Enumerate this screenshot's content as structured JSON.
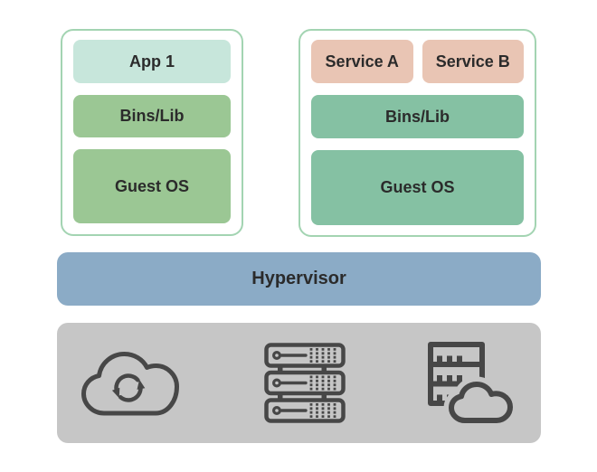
{
  "vm_left": {
    "app": "App 1",
    "bins": "Bins/Lib",
    "os": "Guest OS"
  },
  "vm_right": {
    "service_a": "Service A",
    "service_b": "Service B",
    "bins": "Bins/Lib",
    "os": "Guest OS"
  },
  "hypervisor": {
    "label": "Hypervisor"
  },
  "infrastructure": {
    "icons": [
      "cloud-sync-icon",
      "server-rack-icon",
      "server-cloud-icon"
    ]
  },
  "colors": {
    "vm_border": "#a3d4b2",
    "app_fill": "#c7e6db",
    "green_fill": "#9bc794",
    "salmon_fill": "#e9c5b4",
    "teal_fill": "#85c1a3",
    "hypervisor_fill": "#8babc6",
    "infra_fill": "#c6c6c6",
    "icon_stroke": "#474747",
    "text": "#2b2b2b"
  }
}
